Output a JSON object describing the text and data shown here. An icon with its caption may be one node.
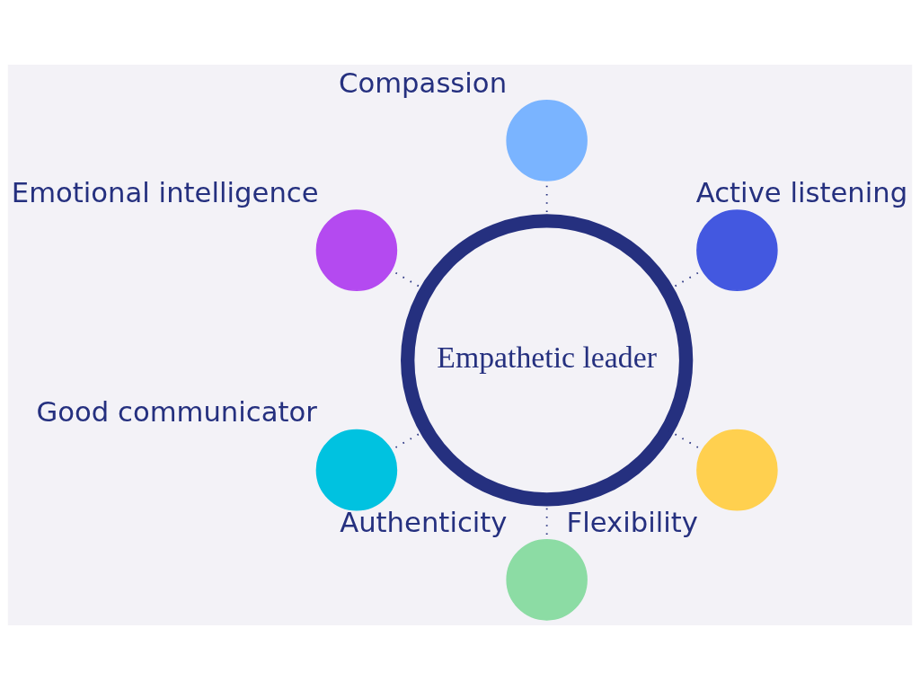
{
  "diagram": {
    "nodes": [
      {
        "text": [
          "Active listening"
        ]
      },
      {
        "text": [
          "Compassion"
        ]
      },
      {
        "text": [
          "Empathetic leader"
        ]
      },
      {
        "text": [
          "Emotional intelligence"
        ]
      },
      {
        "text": [
          "Good communicator"
        ]
      },
      {
        "text": [
          "Authenticity"
        ]
      },
      {
        "text": [
          "Flexibility"
        ]
      }
    ],
    "edges": [
      {
        "from": 2,
        "to": 0,
        "arrow": "none",
        "style": "dashed"
      },
      {
        "from": 2,
        "to": 1,
        "arrow": "none",
        "style": "dashed"
      },
      {
        "from": 2,
        "to": 3,
        "arrow": "none",
        "style": "dashed"
      },
      {
        "from": 2,
        "to": 4,
        "arrow": "none",
        "style": "dashed"
      },
      {
        "from": 2,
        "to": 5,
        "arrow": "none",
        "style": "dashed"
      },
      {
        "from": 2,
        "to": 6,
        "arrow": "none",
        "style": "dashed"
      }
    ]
  }
}
